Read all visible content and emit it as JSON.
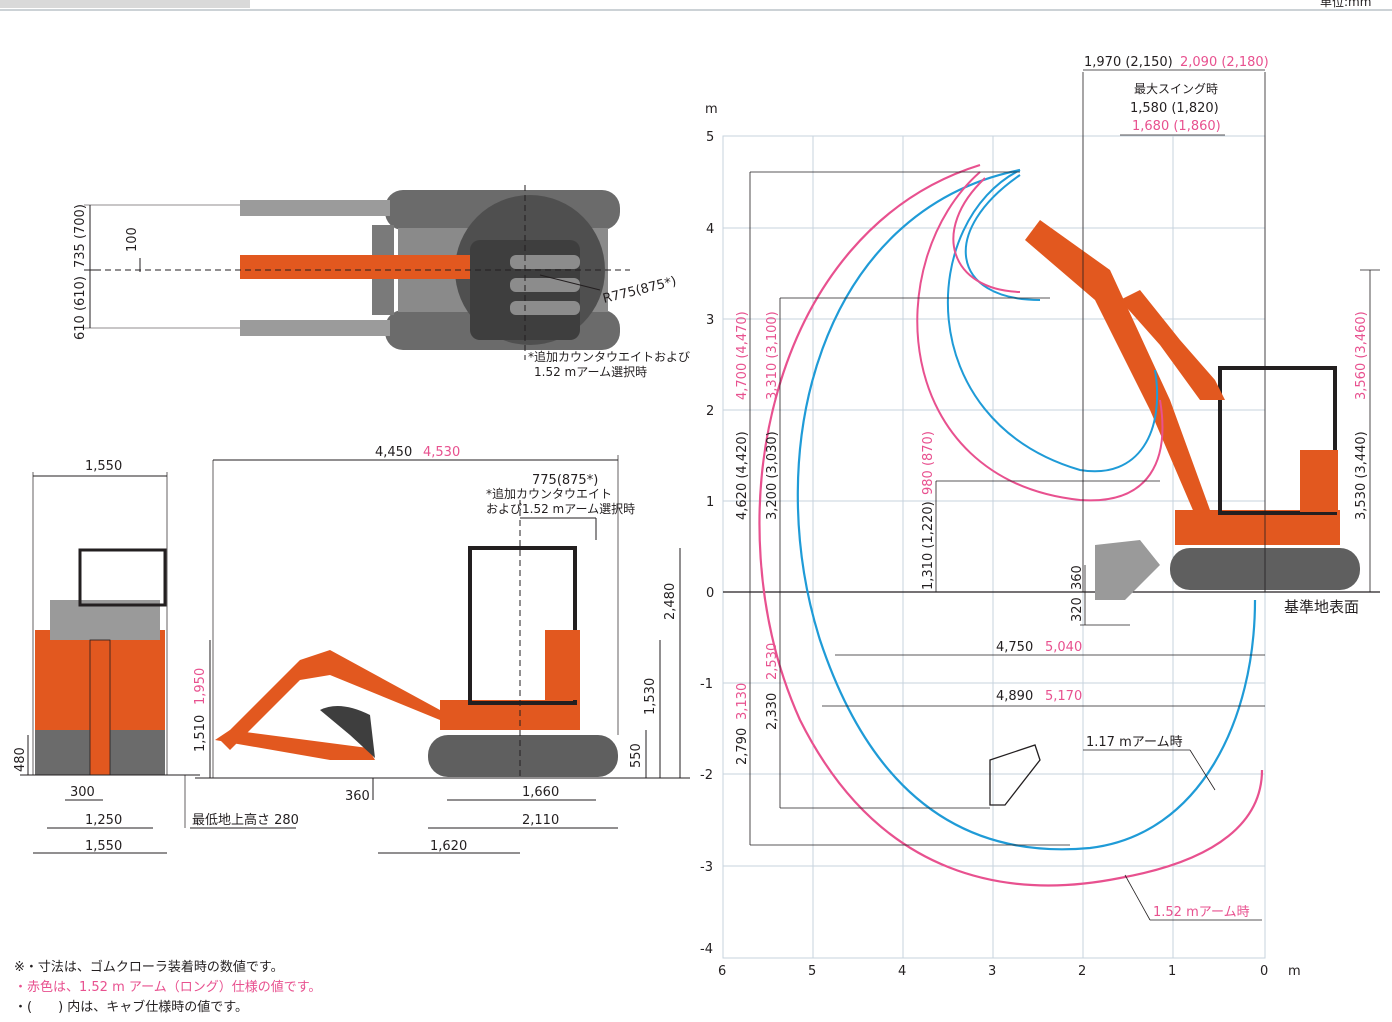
{
  "header": {
    "right_label": "単位:mm"
  },
  "colors": {
    "accent_pink": "#e8518f",
    "reach_blue": "#1f9bd7",
    "machine_orange": "#e2581f",
    "grid": "#c7d3de",
    "ink": "#231f20"
  },
  "top_view": {
    "dim_735": "735 (700)",
    "dim_610": "610 (610)",
    "dim_100": "100",
    "radius": "R775(875*)",
    "note_line1": "*追加カウンタウエイトおよび",
    "note_line2": "1.52 mアーム選択時"
  },
  "front_view": {
    "width_top": "1,550",
    "dim_300": "300",
    "dim_1250": "1,250",
    "dim_1550_bottom": "1,550",
    "dim_480": "480"
  },
  "side_view": {
    "overall_len": "4,450",
    "overall_len_pink": "4,530",
    "swing_dim": "775(875*)",
    "swing_note1": "*追加カウンタウエイト",
    "swing_note2": "および1.52 mアーム選択時",
    "height_2480": "2,480",
    "height_1530": "1,530",
    "height_1510": "1,510",
    "height_1950_pink": "1,950",
    "dim_550": "550",
    "dim_360": "360",
    "dim_1660": "1,660",
    "dim_2110": "2,110",
    "dim_1620": "1,620",
    "ground_clear": "最低地上高さ 280"
  },
  "reach_chart": {
    "unit_m_top": "m",
    "unit_m_bottom": "m",
    "y_ticks": [
      "5",
      "4",
      "3",
      "2",
      "1",
      "0",
      "-1",
      "-2",
      "-3",
      "-4"
    ],
    "x_ticks": [
      "6",
      "5",
      "4",
      "3",
      "2",
      "1",
      "0"
    ],
    "top_dim_black": "1,970 (2,150)",
    "top_dim_pink": "2,090 (2,180)",
    "swing_label": "最大スイング時",
    "swing_black": "1,580 (1,820)",
    "swing_pink": "1,680 (1,860)",
    "v_4620": "4,620 (4,420)",
    "v_4700_pink": "4,700 (4,470)",
    "v_3200": "3,200 (3,030)",
    "v_3310_pink": "3,310 (3,100)",
    "v_1310": "1,310 (1,220)",
    "v_980_pink": "980 (870)",
    "v_3530": "3,530 (3,440)",
    "v_3560_pink": "3,560 (3,460)",
    "blade_360": "360",
    "blade_320": "320",
    "ground_label": "基準地表面",
    "h_4750": "4,750",
    "h_5040_pink": "5,040",
    "h_4890": "4,890",
    "h_5170_pink": "5,170",
    "v_2790": "2,790",
    "v_3130_pink": "3,130",
    "v_2330": "2,330",
    "v_2530_pink": "2,530",
    "arm_short": "1.17 mアーム時",
    "arm_long": "1.52 mアーム時"
  },
  "notes": {
    "line1": "※・寸法は、ゴムクローラ装着時の数値です。",
    "line2": "・赤色は、1.52 m アーム（ロング）仕様の値です。",
    "line3": "・(　　) 内は、キャブ仕様時の値です。"
  }
}
